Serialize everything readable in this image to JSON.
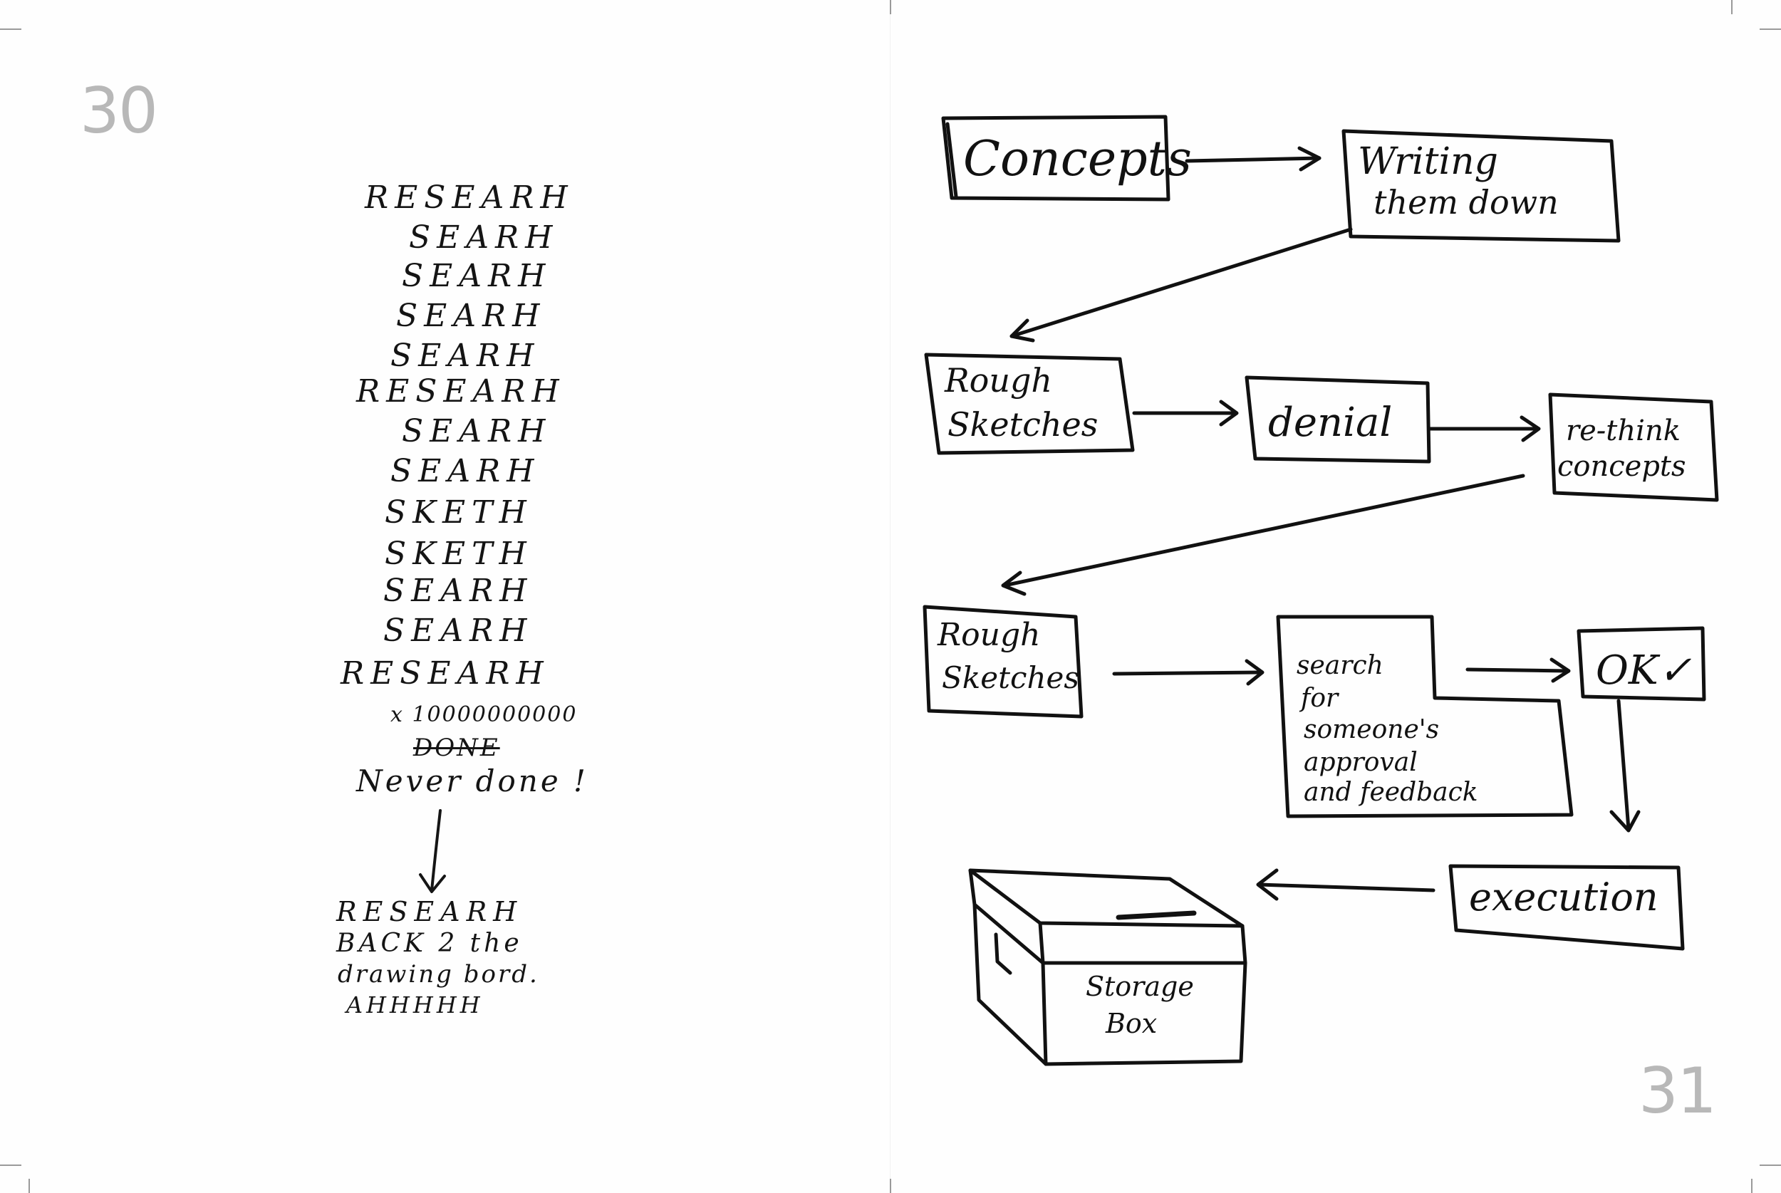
{
  "page_numbers": {
    "left": "30",
    "right": "31"
  },
  "left_page": {
    "lines": [
      "RESEARH",
      "SEARH",
      "SEARH",
      "SEARH",
      "SEARH",
      "RESEARH",
      "SEARH",
      "SEARH",
      "SKETH",
      "SKETH",
      "SEARH",
      "SEARH",
      "RESEARH",
      "x 10000000000",
      "DONE",
      "Never done !"
    ],
    "after_arrow": [
      "RESEARH",
      "BACK 2 the",
      "drawing bord.",
      "AHHHHH"
    ]
  },
  "right_page": {
    "nodes": {
      "concepts": "Concepts",
      "writing": [
        "Writing",
        "them down"
      ],
      "rough1": [
        "Rough",
        "Sketches"
      ],
      "denial": "denial",
      "rethink": [
        "re-think",
        "concepts"
      ],
      "rough2": [
        "Rough",
        "Sketches"
      ],
      "search": [
        "search",
        "for",
        "someone's",
        "approval",
        "and feedback"
      ],
      "ok": "OK✓",
      "execution": "execution",
      "storage": [
        "Storage",
        "Box"
      ]
    }
  }
}
